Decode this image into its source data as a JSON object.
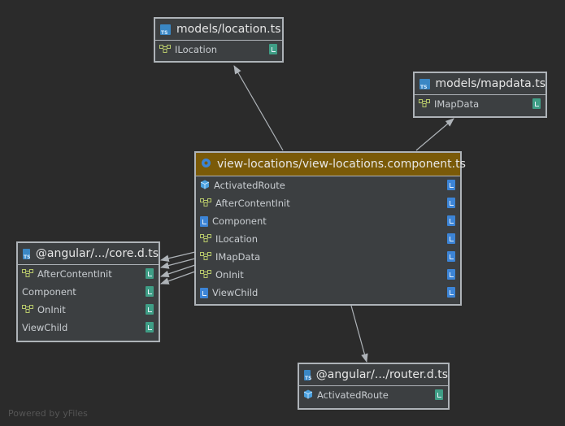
{
  "nodes": {
    "location": {
      "title": "models/location.ts",
      "rows": [
        {
          "label": "ILocation",
          "kind": "interface",
          "file": "green"
        }
      ]
    },
    "mapdata": {
      "title": "models/mapdata.ts",
      "rows": [
        {
          "label": "IMapData",
          "kind": "interface",
          "file": "green"
        }
      ]
    },
    "component": {
      "title": "view-locations/view-locations.component.ts",
      "rows": [
        {
          "label": "ActivatedRoute",
          "kind": "class",
          "file": "blue"
        },
        {
          "label": "AfterContentInit",
          "kind": "interface",
          "file": "blue"
        },
        {
          "label": "Component",
          "kind": "file",
          "file": "blue"
        },
        {
          "label": "ILocation",
          "kind": "interface",
          "file": "blue"
        },
        {
          "label": "IMapData",
          "kind": "interface",
          "file": "blue"
        },
        {
          "label": "OnInit",
          "kind": "interface",
          "file": "blue"
        },
        {
          "label": "ViewChild",
          "kind": "file",
          "file": "blue"
        }
      ]
    },
    "core": {
      "title": "@angular/.../core.d.ts",
      "rows": [
        {
          "label": "AfterContentInit",
          "kind": "interface",
          "file": "green"
        },
        {
          "label": "Component",
          "kind": "none",
          "file": "green"
        },
        {
          "label": "OnInit",
          "kind": "interface",
          "file": "green"
        },
        {
          "label": "ViewChild",
          "kind": "none",
          "file": "green"
        }
      ]
    },
    "router": {
      "title": "@angular/.../router.d.ts",
      "rows": [
        {
          "label": "ActivatedRoute",
          "kind": "class",
          "file": "green"
        }
      ]
    }
  },
  "footer": "Powered by yFiles",
  "colors": {
    "background": "#2b2b2b",
    "node": "#3c3f41",
    "mainHeader": "#7a5a08",
    "edge": "#aeb3b8"
  }
}
